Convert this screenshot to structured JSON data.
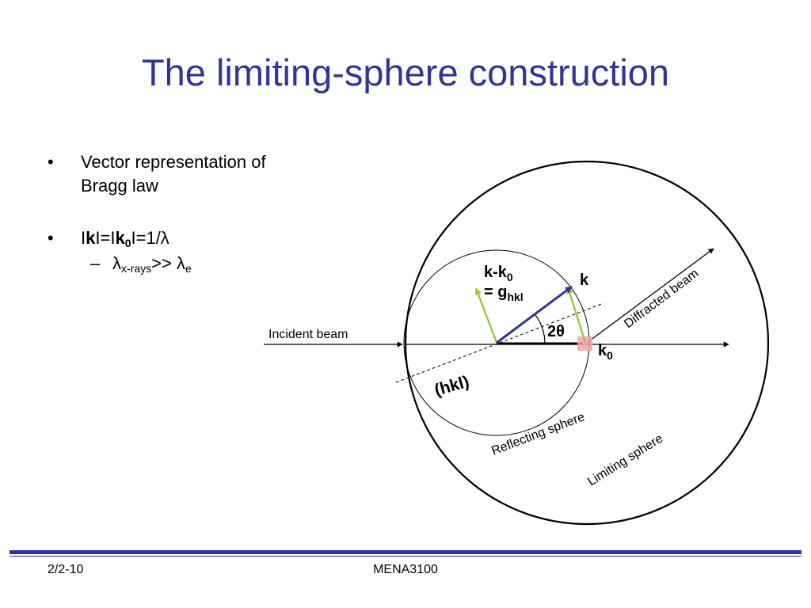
{
  "slide": {
    "title": "The limiting-sphere construction"
  },
  "bullets": {
    "b1": "Vector representation of Bragg law",
    "b2_a": "I",
    "b2_k": "k",
    "b2_b": "I=I",
    "b2_k0": "k",
    "b2_k0_sub": "0",
    "b2_c": "I=1/λ",
    "sub_lambda": "λ",
    "sub_lambda_sub": "x-rays",
    "sub_mid": ">> λ",
    "sub_lambda_e_sub": "e",
    "marker_bullet": "•",
    "marker_dash": "–"
  },
  "diagram": {
    "incident_beam": "Incident beam",
    "diffracted_beam": "Diffracted beam",
    "reflecting_sphere": "Reflecting sphere",
    "limiting_sphere": "Limiting sphere",
    "hkl": "(hkl)",
    "k_label": "k",
    "k0_label": "k",
    "k0_sub": "0",
    "kk0_line1": "k-k",
    "kk0_sub": "0",
    "g_prefix": "= g",
    "g_sub": "hkl",
    "two_theta": "2θ",
    "colors": {
      "blue_vector": "#333399",
      "green_vector": "#99cc33",
      "origin_marker": "#f2a3a3"
    }
  },
  "footer": {
    "date": "2/2-10",
    "course": "MENA3100"
  }
}
